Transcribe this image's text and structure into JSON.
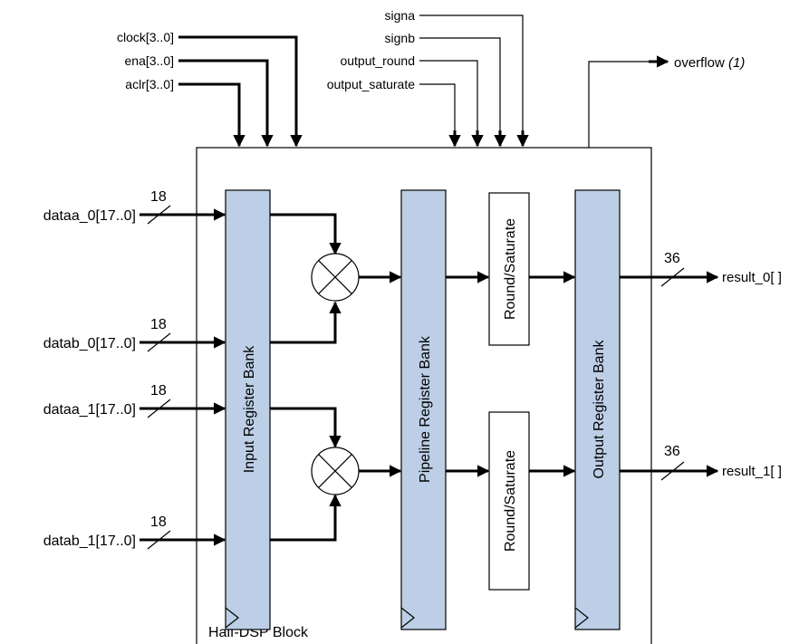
{
  "block_label": "Half-DSP Block",
  "control_inputs": {
    "clock": "clock[3..0]",
    "ena": "ena[3..0]",
    "aclr": "aclr[3..0]",
    "signa": "signa",
    "signb": "signb",
    "output_round": "output_round",
    "output_saturate": "output_saturate"
  },
  "overflow": {
    "label": "overflow",
    "note": "(1)"
  },
  "data_inputs": [
    {
      "label": "dataa_0[17..0]",
      "width": "18"
    },
    {
      "label": "datab_0[17..0]",
      "width": "18"
    },
    {
      "label": "dataa_1[17..0]",
      "width": "18"
    },
    {
      "label": "datab_1[17..0]",
      "width": "18"
    }
  ],
  "outputs": [
    {
      "label": "result_0[ ]",
      "width": "36"
    },
    {
      "label": "result_1[ ]",
      "width": "36"
    }
  ],
  "banks": {
    "input": "Input Register Bank",
    "pipeline": "Pipeline Register Bank",
    "output": "Output Register Bank"
  },
  "round_saturate": [
    "Round/Saturate",
    "Round/Saturate"
  ],
  "colors": {
    "register_bank": "#bccfe6",
    "line": "#000000"
  },
  "icons": {
    "multiplier": "multiplier-icon",
    "clock_edge": "clock-edge-icon"
  }
}
